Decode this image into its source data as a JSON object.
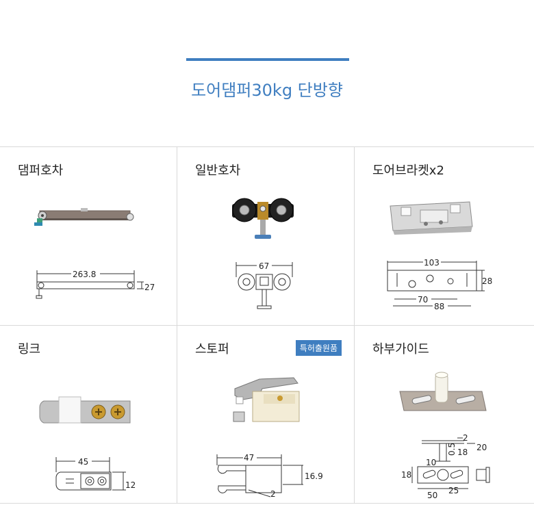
{
  "header": {
    "title": "도어댐퍼30kg 단방향"
  },
  "colors": {
    "accent": "#3f7ec0",
    "border": "#d9d9d9"
  },
  "products": [
    {
      "name": "댐퍼호차",
      "dims": {
        "length": "263.8",
        "height": "27"
      }
    },
    {
      "name": "일반호차",
      "dims": {
        "width": "67"
      }
    },
    {
      "name": "도어브라켓x2",
      "dims": {
        "top": "103",
        "height": "28",
        "inner": "70",
        "bottom": "88"
      }
    },
    {
      "name": "링크",
      "dims": {
        "width": "45",
        "height": "12"
      }
    },
    {
      "name": "스토퍼",
      "badge": "특허출원품",
      "dims": {
        "width": "47",
        "height": "16.9",
        "small": "2"
      }
    },
    {
      "name": "하부가이드",
      "dims": {
        "a": "2",
        "b": "0.5",
        "c": "18",
        "d": "20",
        "e": "10",
        "f": "18",
        "g": "50",
        "h": "25"
      }
    }
  ]
}
